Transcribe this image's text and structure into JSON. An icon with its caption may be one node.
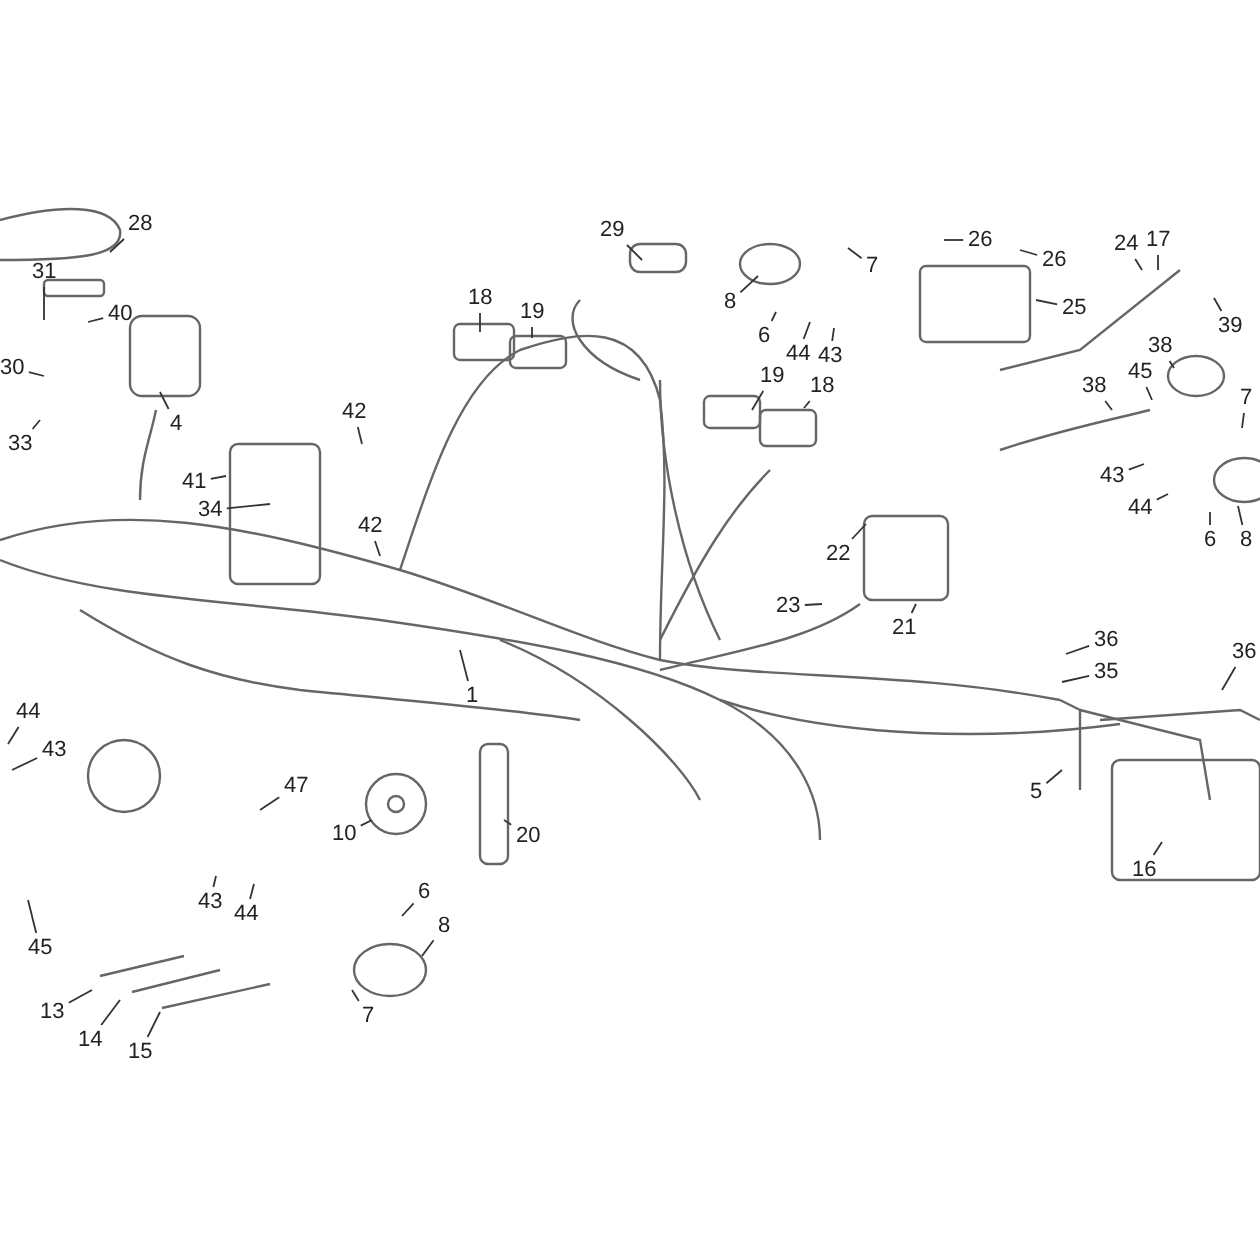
{
  "diagram": {
    "nodes": [
      {
        "text": [
          "28"
        ]
      },
      {
        "text": [
          "31"
        ]
      },
      {
        "text": [
          "40"
        ]
      },
      {
        "text": [
          "30"
        ]
      },
      {
        "text": [
          "33"
        ]
      },
      {
        "text": [
          "4"
        ]
      },
      {
        "text": [
          "42"
        ]
      },
      {
        "text": [
          "41"
        ]
      },
      {
        "text": [
          "34"
        ]
      },
      {
        "text": [
          "42"
        ]
      },
      {
        "text": [
          "1"
        ]
      },
      {
        "text": [
          "18"
        ]
      },
      {
        "text": [
          "19"
        ]
      },
      {
        "text": [
          "29"
        ]
      },
      {
        "text": [
          "8"
        ]
      },
      {
        "text": [
          "6"
        ]
      },
      {
        "text": [
          "44"
        ]
      },
      {
        "text": [
          "43"
        ]
      },
      {
        "text": [
          "7"
        ]
      },
      {
        "text": [
          "19"
        ]
      },
      {
        "text": [
          "18"
        ]
      },
      {
        "text": [
          "22"
        ]
      },
      {
        "text": [
          "23"
        ]
      },
      {
        "text": [
          "26"
        ]
      },
      {
        "text": [
          "26"
        ]
      },
      {
        "text": [
          "25"
        ]
      },
      {
        "text": [
          "24"
        ]
      },
      {
        "text": [
          "17"
        ]
      },
      {
        "text": [
          "39"
        ]
      },
      {
        "text": [
          "38"
        ]
      },
      {
        "text": [
          "38"
        ]
      },
      {
        "text": [
          "45"
        ]
      },
      {
        "text": [
          "7"
        ]
      },
      {
        "text": [
          "43"
        ]
      },
      {
        "text": [
          "44"
        ]
      },
      {
        "text": [
          "6"
        ]
      },
      {
        "text": [
          "8"
        ]
      },
      {
        "text": [
          "21"
        ]
      },
      {
        "text": [
          "36"
        ]
      },
      {
        "text": [
          "35"
        ]
      },
      {
        "text": [
          "36"
        ]
      },
      {
        "text": [
          "5"
        ]
      },
      {
        "text": [
          "16"
        ]
      },
      {
        "text": [
          "44"
        ]
      },
      {
        "text": [
          "43"
        ]
      },
      {
        "text": [
          "45"
        ]
      },
      {
        "text": [
          "47"
        ]
      },
      {
        "text": [
          "10"
        ]
      },
      {
        "text": [
          "43"
        ]
      },
      {
        "text": [
          "44"
        ]
      },
      {
        "text": [
          "6"
        ]
      },
      {
        "text": [
          "8"
        ]
      },
      {
        "text": [
          "7"
        ]
      },
      {
        "text": [
          "13"
        ]
      },
      {
        "text": [
          "14"
        ]
      },
      {
        "text": [
          "15"
        ]
      },
      {
        "text": [
          "20"
        ]
      }
    ],
    "edges": [
      {
        "from": 0,
        "to": null,
        "arrow": "none"
      },
      {
        "from": 1,
        "to": null,
        "arrow": "none"
      },
      {
        "from": 2,
        "to": null,
        "arrow": "none"
      },
      {
        "from": 3,
        "to": null,
        "arrow": "none"
      },
      {
        "from": 4,
        "to": null,
        "arrow": "none"
      },
      {
        "from": 5,
        "to": null,
        "arrow": "none"
      },
      {
        "from": 6,
        "to": null,
        "arrow": "none"
      },
      {
        "from": 7,
        "to": null,
        "arrow": "none"
      },
      {
        "from": 8,
        "to": null,
        "arrow": "none"
      },
      {
        "from": 9,
        "to": null,
        "arrow": "none"
      },
      {
        "from": 10,
        "to": null,
        "arrow": "none"
      },
      {
        "from": 11,
        "to": null,
        "arrow": "none"
      },
      {
        "from": 12,
        "to": null,
        "arrow": "none"
      },
      {
        "from": 13,
        "to": null,
        "arrow": "none"
      },
      {
        "from": 14,
        "to": null,
        "arrow": "none"
      },
      {
        "from": 15,
        "to": null,
        "arrow": "none"
      },
      {
        "from": 16,
        "to": null,
        "arrow": "none"
      },
      {
        "from": 17,
        "to": null,
        "arrow": "none"
      },
      {
        "from": 18,
        "to": null,
        "arrow": "none"
      },
      {
        "from": 19,
        "to": null,
        "arrow": "none"
      },
      {
        "from": 20,
        "to": null,
        "arrow": "none"
      },
      {
        "from": 21,
        "to": null,
        "arrow": "none"
      },
      {
        "from": 22,
        "to": null,
        "arrow": "none"
      },
      {
        "from": 23,
        "to": null,
        "arrow": "none"
      },
      {
        "from": 24,
        "to": null,
        "arrow": "none"
      },
      {
        "from": 25,
        "to": null,
        "arrow": "none"
      },
      {
        "from": 26,
        "to": null,
        "arrow": "none"
      },
      {
        "from": 27,
        "to": null,
        "arrow": "none"
      },
      {
        "from": 28,
        "to": null,
        "arrow": "none"
      },
      {
        "from": 29,
        "to": null,
        "arrow": "none"
      },
      {
        "from": 30,
        "to": null,
        "arrow": "none"
      },
      {
        "from": 31,
        "to": null,
        "arrow": "none"
      },
      {
        "from": 32,
        "to": null,
        "arrow": "none"
      },
      {
        "from": 33,
        "to": null,
        "arrow": "none"
      },
      {
        "from": 34,
        "to": null,
        "arrow": "none"
      },
      {
        "from": 35,
        "to": null,
        "arrow": "none"
      },
      {
        "from": 36,
        "to": null,
        "arrow": "none"
      },
      {
        "from": 37,
        "to": null,
        "arrow": "none"
      },
      {
        "from": 38,
        "to": null,
        "arrow": "none"
      },
      {
        "from": 39,
        "to": null,
        "arrow": "none"
      },
      {
        "from": 40,
        "to": null,
        "arrow": "none"
      },
      {
        "from": 41,
        "to": null,
        "arrow": "none"
      },
      {
        "from": 42,
        "to": null,
        "arrow": "none"
      },
      {
        "from": 43,
        "to": null,
        "arrow": "none"
      },
      {
        "from": 44,
        "to": null,
        "arrow": "none"
      },
      {
        "from": 45,
        "to": null,
        "arrow": "none"
      },
      {
        "from": 46,
        "to": null,
        "arrow": "none"
      },
      {
        "from": 47,
        "to": null,
        "arrow": "none"
      },
      {
        "from": 48,
        "to": null,
        "arrow": "none"
      },
      {
        "from": 49,
        "to": null,
        "arrow": "none"
      },
      {
        "from": 50,
        "to": null,
        "arrow": "none"
      },
      {
        "from": 51,
        "to": null,
        "arrow": "none"
      },
      {
        "from": 52,
        "to": null,
        "arrow": "none"
      },
      {
        "from": 53,
        "to": null,
        "arrow": "none"
      },
      {
        "from": 54,
        "to": null,
        "arrow": "none"
      },
      {
        "from": 55,
        "to": null,
        "arrow": "none"
      },
      {
        "from": 56,
        "to": null,
        "arrow": "none"
      }
    ]
  }
}
